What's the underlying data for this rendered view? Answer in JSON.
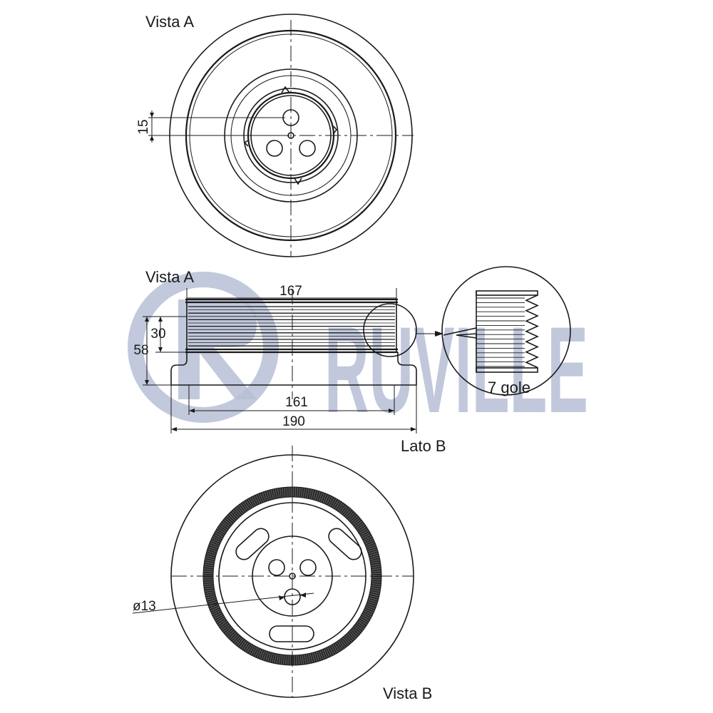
{
  "labels": {
    "top_view": "Vista A",
    "side_view": "Vista A",
    "side_b": "Lato B",
    "bottom_view": "Vista B"
  },
  "dimensions": {
    "hub_offset": "15",
    "top_width": "167",
    "groove_height": "30",
    "total_height": "58",
    "inner_width": "161",
    "outer_diameter": "190",
    "hole_diameter": "ø13"
  },
  "detail": {
    "grooves": "7 gole"
  },
  "watermark": {
    "text": "RUVILLE",
    "color": "#b7bfd6"
  }
}
